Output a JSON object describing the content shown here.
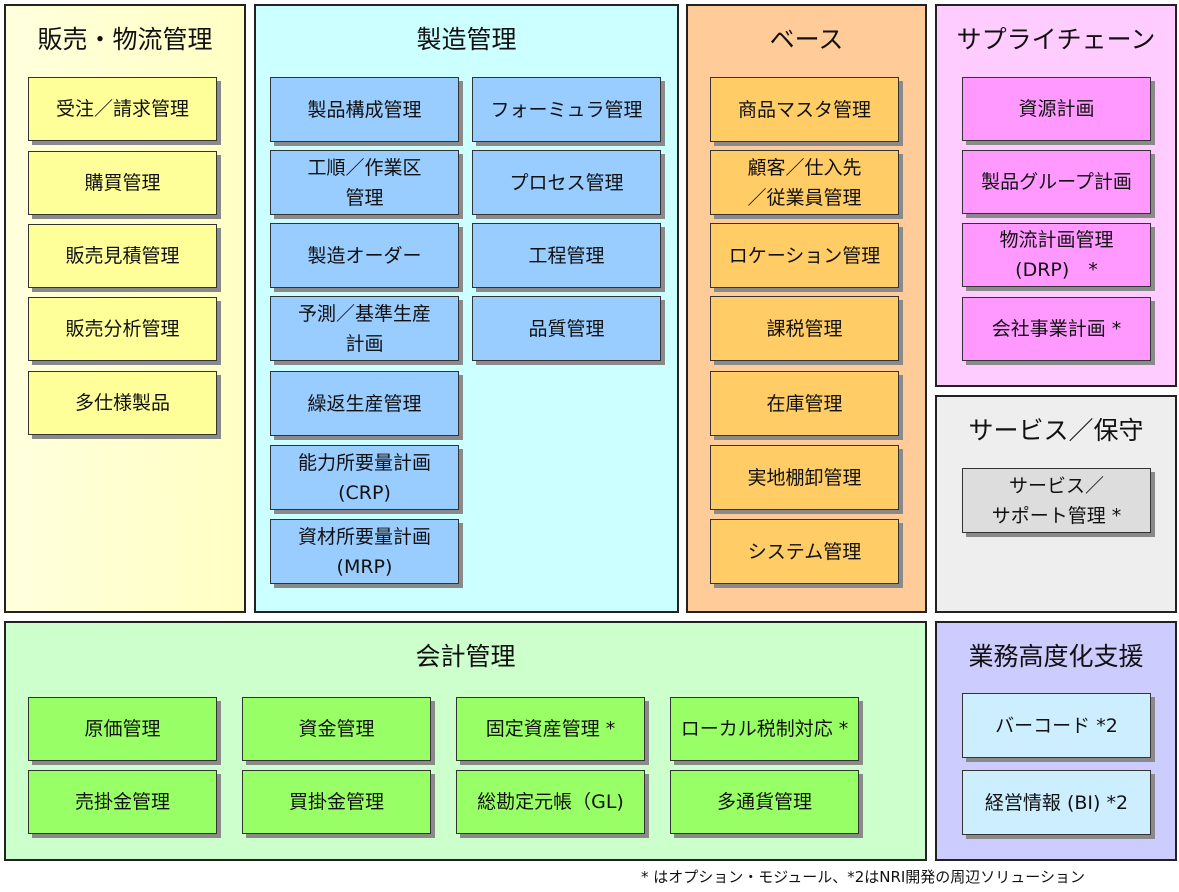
{
  "colors": {
    "sales": "#ffff99",
    "mfg": "#99ccff",
    "base": "#ffcc66",
    "scm": "#ff99ff",
    "svc": "#dddddd",
    "acc": "#99ff66",
    "adv": "#cceeff"
  },
  "sections": {
    "sales": {
      "title": "販売・物流管理",
      "items": [
        "受注／請求管理",
        "購買管理",
        "販売見積管理",
        "販売分析管理",
        "多仕様製品"
      ]
    },
    "mfg": {
      "title": "製造管理",
      "left": [
        "製品構成管理",
        "工順／作業区\n管理",
        "製造オーダー",
        "予測／基準生産\n計画",
        "繰返生産管理",
        "能力所要量計画\n(CRP)",
        "資材所要量計画\n(MRP)"
      ],
      "right": [
        "フォーミュラ管理",
        "プロセス管理",
        "工程管理",
        "品質管理"
      ]
    },
    "base": {
      "title": "ベース",
      "items": [
        "商品マスタ管理",
        "顧客／仕入先\n／従業員管理",
        "ロケーション管理",
        "課税管理",
        "在庫管理",
        "実地棚卸管理",
        "システム管理"
      ]
    },
    "scm": {
      "title": "サプライチェーン",
      "items": [
        "資源計画",
        "製品グループ計画",
        "物流計画管理\n(DRP)　*",
        "会社事業計画 *"
      ]
    },
    "svc": {
      "title": "サービス／保守",
      "items": [
        "サービス／\nサポート管理 *"
      ]
    },
    "acc": {
      "title": "会計管理",
      "row1": [
        "原価管理",
        "資金管理",
        "固定資産管理 *",
        "ローカル税制対応 *"
      ],
      "row2": [
        "売掛金管理",
        "買掛金管理",
        "総勘定元帳（GL)",
        "多通貨管理"
      ]
    },
    "adv": {
      "title": "業務高度化支援",
      "items": [
        "バーコード *2",
        "経営情報 (BI) *2"
      ]
    }
  },
  "footer": "* はオプション・モジュール、*2はNRI開発の周辺ソリューション"
}
